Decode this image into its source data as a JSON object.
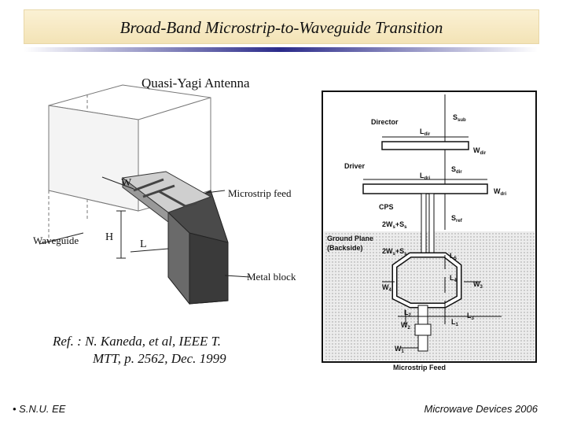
{
  "title": "Broad-Band Microstrip-to-Waveguide Transition",
  "subtitle": "Quasi-Yagi Antenna",
  "reference": {
    "line1": "Ref. : N. Kaneda, et al, IEEE T.",
    "line2": "MTT, p. 2562, Dec. 1999"
  },
  "footer": {
    "left": "S.N.U. EE",
    "right": "Microwave Devices 2006"
  },
  "left_figure": {
    "labels": {
      "w": "W",
      "h": "H",
      "l": "L",
      "waveguide": "Waveguide",
      "microstrip_feed": "Microstrip feed",
      "metal_block": "Metal block"
    }
  },
  "right_figure": {
    "labels": {
      "s_sub": "S",
      "s_sub_sub": "sub",
      "director": "Director",
      "l_dir": "L",
      "l_dir_sub": "dir",
      "w_dir": "W",
      "w_dir_sub": "dir",
      "driver": "Driver",
      "s_dir": "S",
      "s_dir_sub": "dir",
      "l_dri": "L",
      "l_dri_sub": "dri",
      "w_dri": "W",
      "w_dri_sub": "dri",
      "cps": "CPS",
      "s_ref": "S",
      "s_ref_sub": "ref",
      "cps_w": "2W",
      "cps_w_sub": "s",
      "cps_w_rest": "+S",
      "cps_w_rest_sub": "s",
      "ground_plane": "Ground Plane",
      "backside": "(Backside)",
      "gp_w": "2W",
      "gp_w_sub": "s",
      "gp_w_rest": "+S",
      "gp_w_rest_sub": "s",
      "l5": "L",
      "l5_sub": "5",
      "l4": "L",
      "l4_sub": "4",
      "w3": "W",
      "w3_sub": "3",
      "w4": "W",
      "w4_sub": "4",
      "l2": "L",
      "l2_sub": "2",
      "l3": "L",
      "l3_sub": "3",
      "w2": "W",
      "w2_sub": "2",
      "l1": "L",
      "l1_sub": "1",
      "w1": "W",
      "w1_sub": "1",
      "microstrip_feed": "Microstrip Feed"
    }
  }
}
